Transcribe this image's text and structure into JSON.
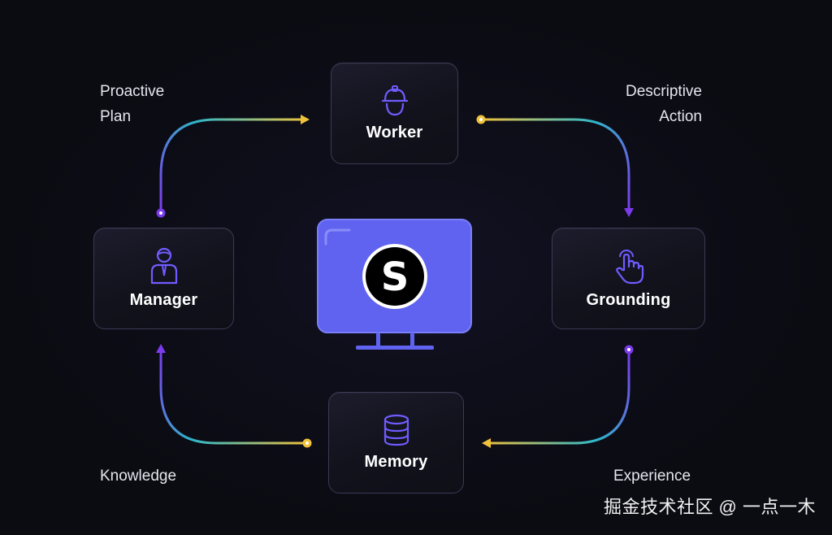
{
  "nodes": {
    "worker": {
      "label": "Worker",
      "icon": "worker-helmet-icon"
    },
    "manager": {
      "label": "Manager",
      "icon": "manager-person-icon"
    },
    "grounding": {
      "label": "Grounding",
      "icon": "tap-hand-icon"
    },
    "memory": {
      "label": "Memory",
      "icon": "database-icon"
    }
  },
  "center": {
    "icon": "monitor-logo-icon",
    "logo_letter": "S"
  },
  "edges": {
    "proactive_plan": {
      "line1": "Proactive",
      "line2": "Plan"
    },
    "descriptive_action": {
      "line1": "Descriptive",
      "line2": "Action"
    },
    "knowledge": {
      "line1": "Knowledge"
    },
    "experience": {
      "line1": "Experience"
    }
  },
  "watermark": "掘金技术社区 @ 一点一木",
  "colors": {
    "background": "#0b0b12",
    "node_border": "#3a3a55",
    "accent_purple": "#6f5cff",
    "monitor": "#5f63f0",
    "gradient_start": "#7c3aed",
    "gradient_mid": "#2fb7c9",
    "gradient_end": "#f0c23a"
  }
}
